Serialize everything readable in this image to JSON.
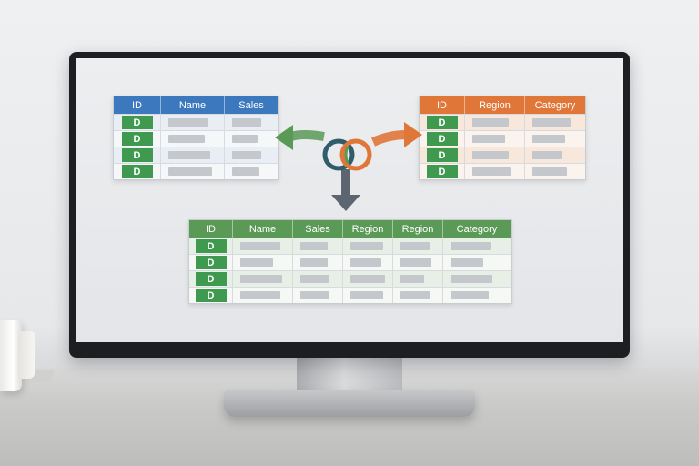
{
  "left_table": {
    "headers": [
      "ID",
      "Name",
      "Sales"
    ],
    "rows": [
      "D",
      "D",
      "D",
      "D"
    ],
    "header_color": "#3b78be"
  },
  "right_table": {
    "headers": [
      "ID",
      "Region",
      "Category"
    ],
    "rows": [
      "D",
      "D",
      "D",
      "D"
    ],
    "header_color": "#e07638"
  },
  "result_table": {
    "headers": [
      "ID",
      "Name",
      "Sales",
      "Region",
      "Region",
      "Category"
    ],
    "rows": [
      "D",
      "D",
      "D",
      "D"
    ],
    "header_color": "#5a9a56"
  },
  "icons": {
    "join": "join-rings-icon",
    "left_arrow": "arrow-left-icon",
    "right_arrow": "arrow-right-icon",
    "down_arrow": "arrow-down-icon"
  },
  "colors": {
    "badge": "#3f9a4f",
    "ring_dark": "#2f5d6b",
    "ring_orange": "#e07638",
    "arrow_green": "#5a9a56",
    "arrow_gray": "#5d6670"
  }
}
